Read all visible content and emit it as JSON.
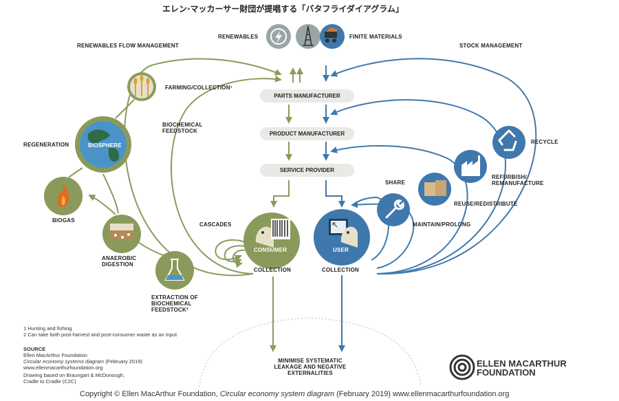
{
  "title": "エレン·マッカーサー財団が提唱する「バタフライダイアグラム」",
  "header": {
    "renewables": "RENEWABLES",
    "finite_materials": "FINITE MATERIALS",
    "renewables_flow_management": "RENEWABLES FLOW MANAGEMENT",
    "stock_management": "STOCK MANAGEMENT"
  },
  "center": {
    "parts_manufacturer": "PARTS MANUFACTURER",
    "product_manufacturer": "PRODUCT MANUFACTURER",
    "service_provider": "SERVICE PROVIDER",
    "consumer": "CONSUMER",
    "user": "USER",
    "collection_left": "COLLECTION",
    "collection_right": "COLLECTION",
    "leakage": "MINIMISE SYSTEMATIC\nLEAKAGE AND NEGATIVE\nEXTERNALITIES"
  },
  "biological": {
    "farming": "FARMING/COLLECTION¹",
    "biochemical_feedstock": "BIOCHEMICAL\nFEEDSTOCK",
    "regeneration": "REGENERATION",
    "biosphere": "BIOSPHERE",
    "biogas": "BIOGAS",
    "anaerobic": "ANAEROBIC\nDIGESTION",
    "cascades": "CASCADES",
    "extraction": "EXTRACTION OF\nBIOCHEMICAL\nFEEDSTOCK²"
  },
  "technical": {
    "recycle": "RECYCLE",
    "refurbish": "REFURBISH/\nREMANUFACTURE",
    "share": "SHARE",
    "reuse": "REUSE/REDISTRIBUTE",
    "maintain": "MAINTAIN/PROLONG"
  },
  "footnotes": {
    "note1": "1 Hunting and fishing",
    "note2": "2 Can take both post-harvest and post-consumer waste as an input"
  },
  "source": {
    "heading": "SOURCE",
    "line1": "Ellen MacArthur Foundation",
    "line2": "Circular economy systems diagram",
    "line2_suffix": " (February 2019)",
    "line3": "www.ellenmacarthurfoundation.org",
    "line4": "Drawing based on Braungart & McDonough,\nCradle to Cradle (C2C)"
  },
  "logo": {
    "line1": "ELLEN MACARTHUR",
    "line2": "FOUNDATION"
  },
  "copyright": {
    "prefix": "Copyright © Ellen MacArthur Foundation, ",
    "italic": "Circular economy system diagram",
    "suffix": " (February 2019) www.ellenmacarthurfoundation.org"
  },
  "colors": {
    "green": "#8a9a5b",
    "green_light": "#a4ad7d",
    "blue": "#3f78ad",
    "blue_light": "#4d83b8",
    "pill": "#e9e9e6",
    "icon_bg": "#9aa5a8"
  },
  "icons": [
    "leaf-bolt-icon",
    "oil-rig-icon",
    "mining-truck-icon",
    "wheat-icon",
    "globe-icon",
    "flame-icon",
    "soil-icon",
    "flask-icon",
    "consumer-barcode-icon",
    "user-computer-icon",
    "wrench-icon",
    "boxes-icon",
    "factory-icon",
    "recycle-icon"
  ]
}
